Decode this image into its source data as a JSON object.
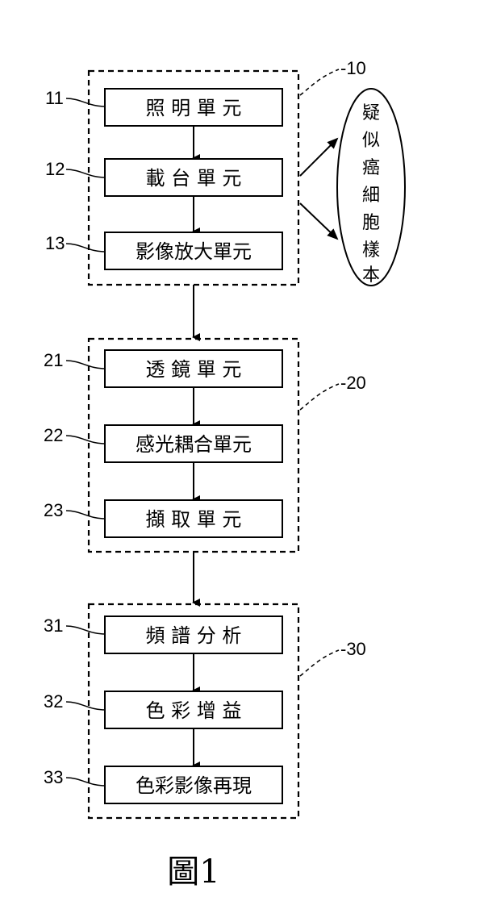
{
  "groups": [
    {
      "ref": "-10",
      "boxes": [
        {
          "ref": "11",
          "label": "照 明 單 元"
        },
        {
          "ref": "12",
          "label": "載 台 單 元"
        },
        {
          "ref": "13",
          "label": "影像放大單元"
        }
      ]
    },
    {
      "ref": "-20",
      "boxes": [
        {
          "ref": "21",
          "label": "透 鏡 單 元"
        },
        {
          "ref": "22",
          "label": "感光耦合單元"
        },
        {
          "ref": "23",
          "label": "擷 取 單 元"
        }
      ]
    },
    {
      "ref": "-30",
      "boxes": [
        {
          "ref": "31",
          "label": "頻 譜 分 析"
        },
        {
          "ref": "32",
          "label": "色 彩 增 益"
        },
        {
          "ref": "33",
          "label": "色彩影像再現"
        }
      ]
    }
  ],
  "sample": {
    "chars": [
      "疑",
      "似",
      "癌",
      "細",
      "胞",
      "樣",
      "本"
    ]
  },
  "caption": "圖1"
}
